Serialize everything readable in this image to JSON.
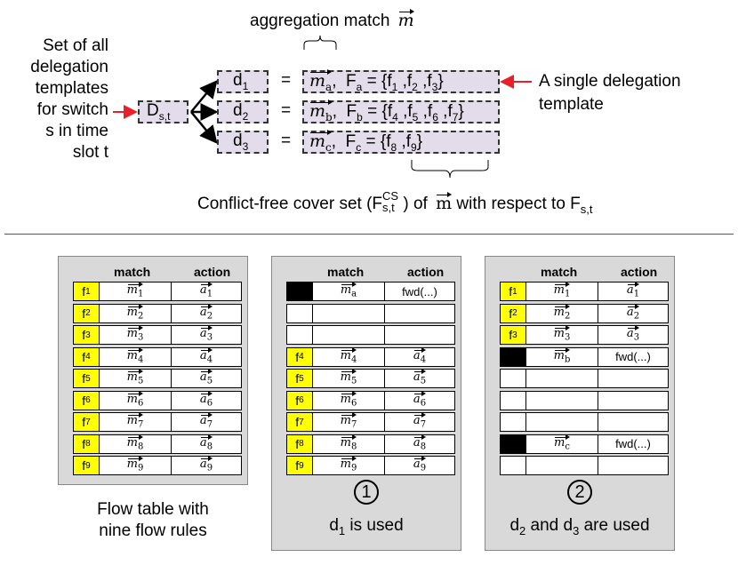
{
  "top": {
    "aggregation_label": "aggregation match",
    "left_label_lines": [
      "Set of all",
      "delegation",
      "templates",
      "for switch",
      "s in time",
      "slot t"
    ],
    "dst_label": "D",
    "dst_sub": "s,t",
    "right_label_lines": [
      "A single delegation",
      "template"
    ],
    "bottom_label_pre": "Conflict-free cover set  (F",
    "bottom_label_sup": "CS",
    "bottom_label_sub": "s,t",
    "bottom_label_mid": " ) of",
    "bottom_label_m": "m",
    "bottom_label_post": " with respect to F",
    "bottom_label_post_sub": "s,t",
    "templates": [
      {
        "d": "d",
        "d_sub": "1",
        "m_sub": "a",
        "F_sub": "a",
        "f": [
          "1",
          "2",
          "3"
        ]
      },
      {
        "d": "d",
        "d_sub": "2",
        "m_sub": "b",
        "F_sub": "b",
        "f": [
          "4",
          "5",
          "6",
          "7"
        ]
      },
      {
        "d": "d",
        "d_sub": "3",
        "m_sub": "c",
        "F_sub": "c",
        "f": [
          "8",
          "9"
        ]
      }
    ]
  },
  "panels": [
    {
      "header_match": "match",
      "header_action": "action",
      "rows": [
        {
          "id": "1",
          "m": "1",
          "a": "1",
          "style": "yellow"
        },
        {
          "id": "2",
          "m": "2",
          "a": "2",
          "style": "yellow"
        },
        {
          "id": "3",
          "m": "3",
          "a": "3",
          "style": "yellow"
        },
        {
          "id": "4",
          "m": "4",
          "a": "4",
          "style": "yellow"
        },
        {
          "id": "5",
          "m": "5",
          "a": "5",
          "style": "yellow"
        },
        {
          "id": "6",
          "m": "6",
          "a": "6",
          "style": "yellow"
        },
        {
          "id": "7",
          "m": "7",
          "a": "7",
          "style": "yellow"
        },
        {
          "id": "8",
          "m": "8",
          "a": "8",
          "style": "yellow"
        },
        {
          "id": "9",
          "m": "9",
          "a": "9",
          "style": "yellow"
        }
      ],
      "caption_lines": [
        "Flow table with",
        "nine flow rules"
      ]
    },
    {
      "header_match": "match",
      "header_action": "action",
      "circle": "1",
      "rows": [
        {
          "id": "",
          "m": "a",
          "a_text": "fwd(...)",
          "style": "black"
        },
        {
          "id": "",
          "m": "",
          "a": "",
          "style": "empty"
        },
        {
          "id": "",
          "m": "",
          "a": "",
          "style": "empty"
        },
        {
          "id": "4",
          "m": "4",
          "a": "4",
          "style": "yellow"
        },
        {
          "id": "5",
          "m": "5",
          "a": "5",
          "style": "yellow"
        },
        {
          "id": "6",
          "m": "6",
          "a": "6",
          "style": "yellow"
        },
        {
          "id": "7",
          "m": "7",
          "a": "7",
          "style": "yellow"
        },
        {
          "id": "8",
          "m": "8",
          "a": "8",
          "style": "yellow"
        },
        {
          "id": "9",
          "m": "9",
          "a": "9",
          "style": "yellow"
        }
      ],
      "caption_pre": "d",
      "caption_sub": "1",
      "caption_post": " is used"
    },
    {
      "header_match": "match",
      "header_action": "action",
      "circle": "2",
      "rows": [
        {
          "id": "1",
          "m": "1",
          "a": "1",
          "style": "yellow"
        },
        {
          "id": "2",
          "m": "2",
          "a": "2",
          "style": "yellow"
        },
        {
          "id": "3",
          "m": "3",
          "a": "3",
          "style": "yellow"
        },
        {
          "id": "",
          "m": "b",
          "a_text": "fwd(...)",
          "style": "black"
        },
        {
          "id": "",
          "m": "",
          "a": "",
          "style": "empty"
        },
        {
          "id": "",
          "m": "",
          "a": "",
          "style": "empty"
        },
        {
          "id": "",
          "m": "",
          "a": "",
          "style": "empty"
        },
        {
          "id": "",
          "m": "c",
          "a_text": "fwd(...)",
          "style": "black"
        },
        {
          "id": "",
          "m": "",
          "a": "",
          "style": "empty"
        }
      ],
      "caption_pre": "d",
      "caption_sub": "2",
      "caption_mid": " and d",
      "caption_sub2": "3",
      "caption_post": " are used"
    }
  ],
  "colors": {
    "accent_red": "#e8202a",
    "template_fill": "#e3dcea",
    "rule_yellow": "#ffff00",
    "panel_gray": "#d9d9d9"
  }
}
